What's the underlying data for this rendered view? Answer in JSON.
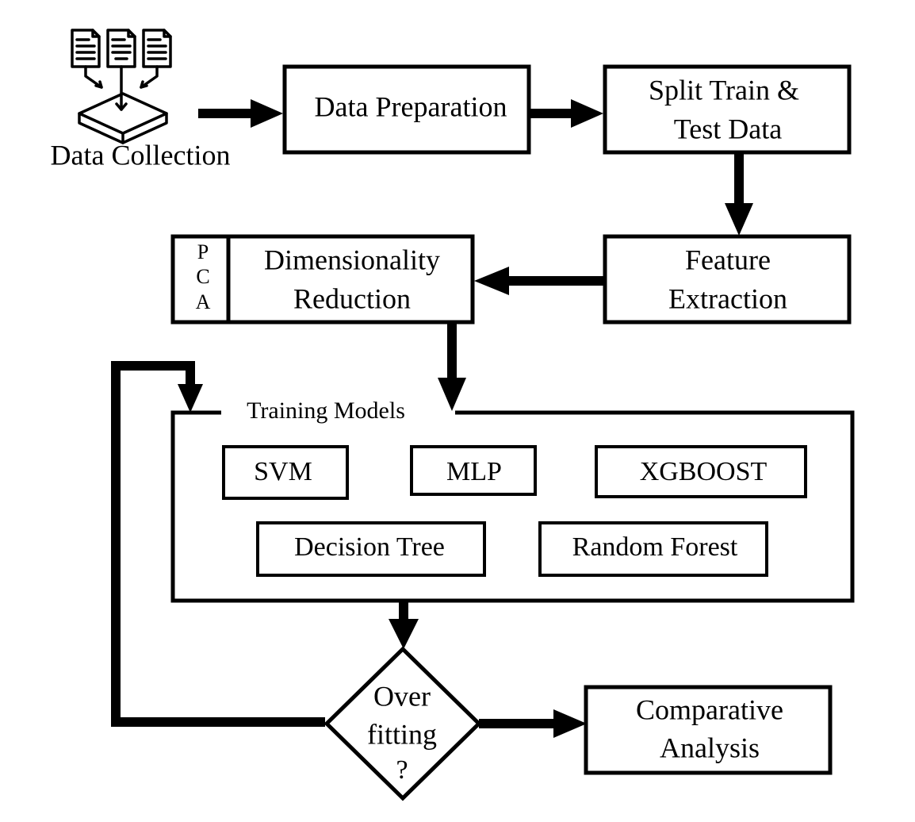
{
  "nodes": {
    "data_collection": "Data Collection",
    "data_preparation": "Data Preparation",
    "split": [
      "Split Train &",
      "Test Data"
    ],
    "feature_extraction": [
      "Feature",
      "Extraction"
    ],
    "dimensionality_reduction": [
      "Dimensionality",
      "Reduction"
    ],
    "pca_letters": [
      "P",
      "C",
      "A"
    ],
    "training_models": "Training Models",
    "models": {
      "svm": "SVM",
      "mlp": "MLP",
      "xgboost": "XGBOOST",
      "decision_tree": "Decision Tree",
      "random_forest": "Random Forest"
    },
    "overfitting": [
      "Over",
      "fitting",
      "?"
    ],
    "comparative_analysis": [
      "Comparative",
      "Analysis"
    ]
  },
  "icons": {
    "data_collection": "documents-into-tray-icon"
  },
  "edges": [
    [
      "data_collection",
      "data_preparation"
    ],
    [
      "data_preparation",
      "split"
    ],
    [
      "split",
      "feature_extraction"
    ],
    [
      "feature_extraction",
      "dimensionality_reduction"
    ],
    [
      "dimensionality_reduction",
      "training_models"
    ],
    [
      "training_models",
      "overfitting"
    ],
    [
      "overfitting",
      "training_models"
    ],
    [
      "overfitting",
      "comparative_analysis"
    ]
  ]
}
